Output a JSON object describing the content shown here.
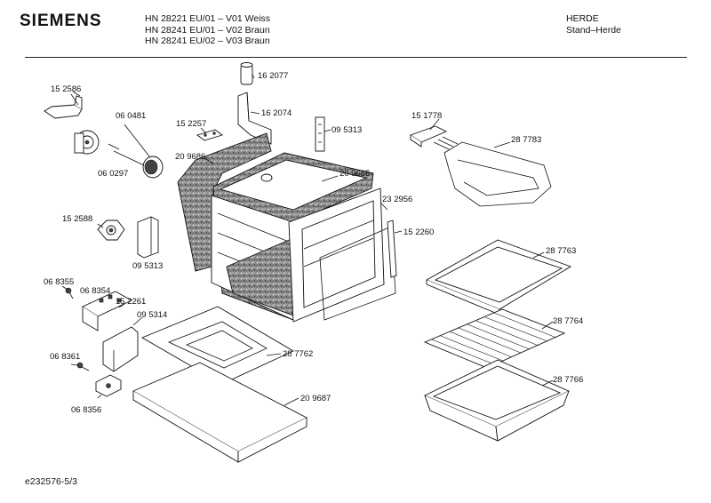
{
  "header": {
    "brand": "SIEMENS",
    "models": [
      "HN 28221 EU/01 – V01 Weiss",
      "HN 28241 EU/01 – V02 Braun",
      "HN 28241 EU/02 – V03 Braun"
    ],
    "category": [
      "HERDE",
      "Stand–Herde"
    ]
  },
  "footer": {
    "doc_id": "e232576-5/3"
  },
  "parts": {
    "p152586": "15 2586",
    "p060481": "06 0481",
    "p060297": "06 0297",
    "p152257": "15 2257",
    "p162077": "16 2077",
    "p162074": "16 2074",
    "p095313a": "09 5313",
    "p209686": "20 9686",
    "p209685": "20 9685",
    "p151778": "15 1778",
    "p287783": "28 7783",
    "p152588": "15 2588",
    "p095313b": "09 5313",
    "p232956": "23 2956",
    "p152260": "15 2260",
    "p287763": "28 7763",
    "p068355": "06 8355",
    "p068354": "06 8354",
    "p152261": "15 2261",
    "p095314": "09 5314",
    "p287762": "28 7762",
    "p287764": "28 7764",
    "p068361": "06 8361",
    "p209687": "20 9687",
    "p287766": "28 7766",
    "p068356": "06 8356"
  }
}
